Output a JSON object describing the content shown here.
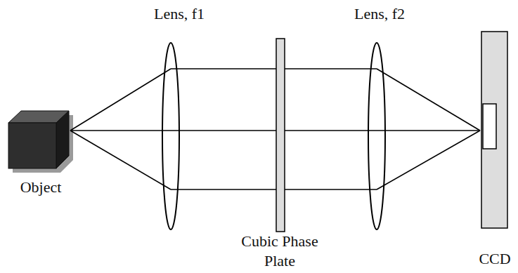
{
  "diagram": {
    "labels": [
      "Lens, f1",
      "Lens, f2",
      "Object",
      "Cubic Phase Plate",
      "CCD"
    ]
  }
}
